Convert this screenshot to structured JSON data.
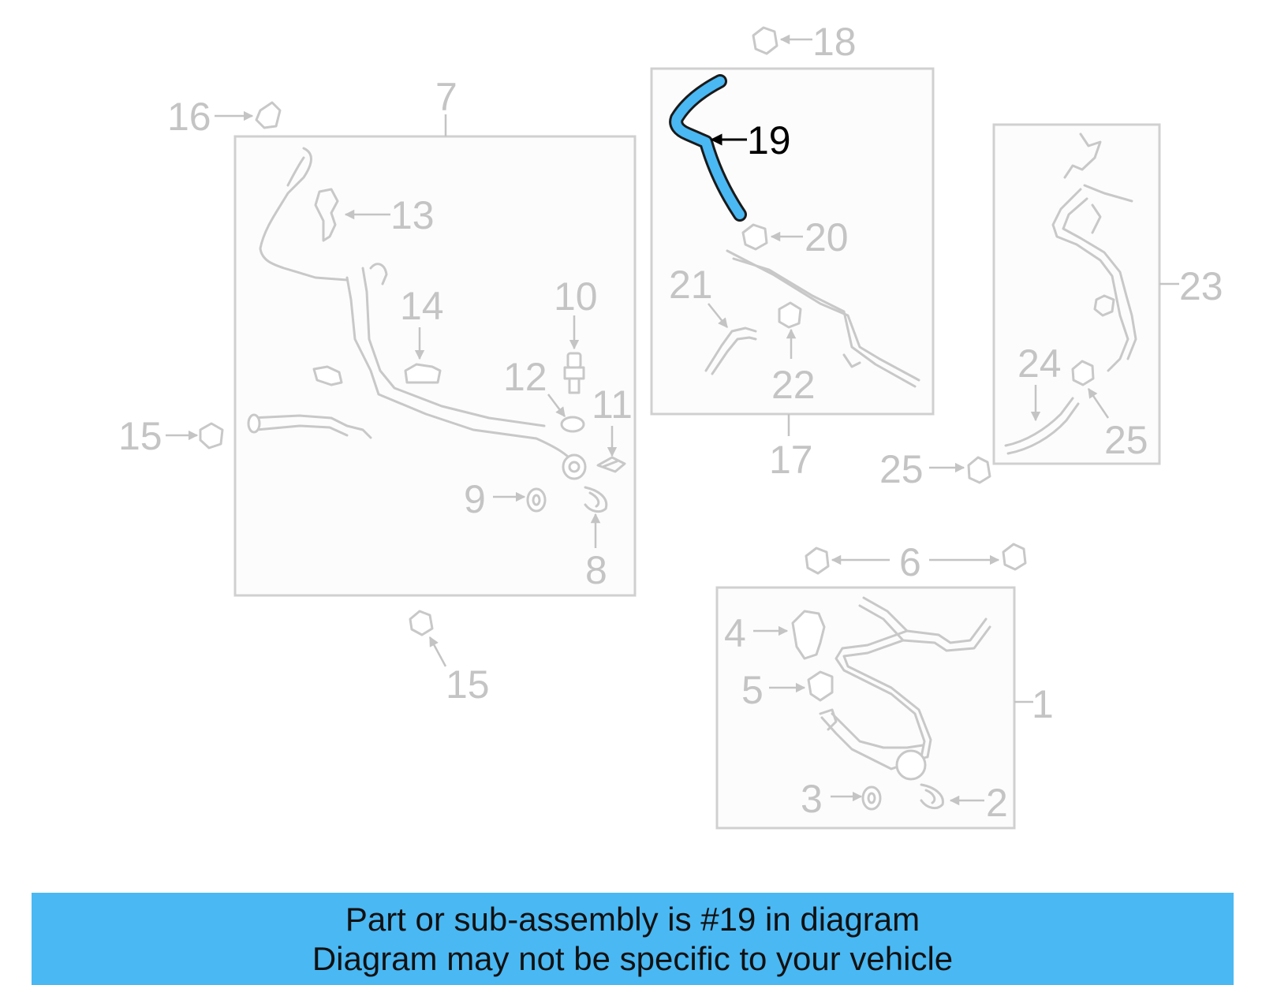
{
  "colors": {
    "highlight": "#4ab8f3",
    "outline": "#c8c8c8",
    "label": "#c4c4c4",
    "highlight_label": "#000000"
  },
  "boxes": {
    "left": "7",
    "top_center": "17",
    "right": "23",
    "bottom_right": "1"
  },
  "labels": {
    "l1": "1",
    "l2": "2",
    "l3": "3",
    "l4": "4",
    "l5": "5",
    "l6": "6",
    "l7": "7",
    "l8": "8",
    "l9": "9",
    "l10": "10",
    "l11": "11",
    "l12": "12",
    "l13": "13",
    "l14": "14",
    "l15a": "15",
    "l15b": "15",
    "l16": "16",
    "l17": "17",
    "l18": "18",
    "l19": "19",
    "l20": "20",
    "l21": "21",
    "l22": "22",
    "l23": "23",
    "l24": "24",
    "l25a": "25",
    "l25b": "25"
  },
  "banner": {
    "line1": "Part or sub-assembly is #19 in diagram",
    "line2": "Diagram may not be specific to your vehicle"
  }
}
